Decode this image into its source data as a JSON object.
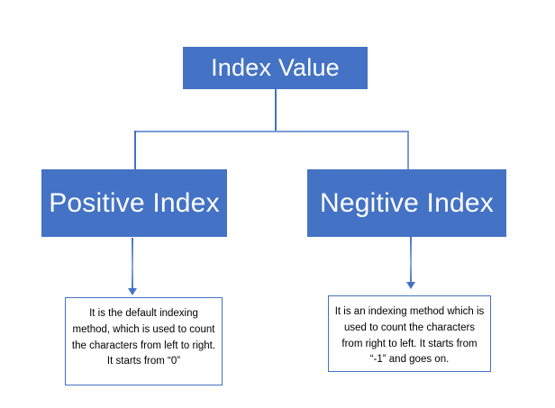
{
  "diagram": {
    "title_node": {
      "label": "Index Value"
    },
    "branches": [
      {
        "label": "Positive Index",
        "description": "It is the default indexing method, which is used to count the characters from left to right. It starts from “0”"
      },
      {
        "label": "Negitive Index",
        "description": "It is an indexing method which is used to count the characters from right to left. It starts from “-1” and goes on."
      }
    ],
    "colors": {
      "node_fill": "#4472C4",
      "node_text": "#FFFFFF",
      "callout_border": "#4472C4",
      "callout_fill": "#FFFFFF",
      "connector": "#4472C4",
      "background": "#FFFFFF"
    }
  }
}
